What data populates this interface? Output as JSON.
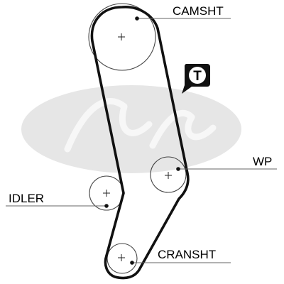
{
  "labels": {
    "camshaft": "CAMSHT",
    "water_pump": "WP",
    "idler": "IDLER",
    "crankshaft": "CRANSHT",
    "tensioner": "T"
  },
  "colors": {
    "belt": "#111111",
    "pulley": "#333333",
    "watermark": "#e3e3e3",
    "background": "#ffffff"
  }
}
